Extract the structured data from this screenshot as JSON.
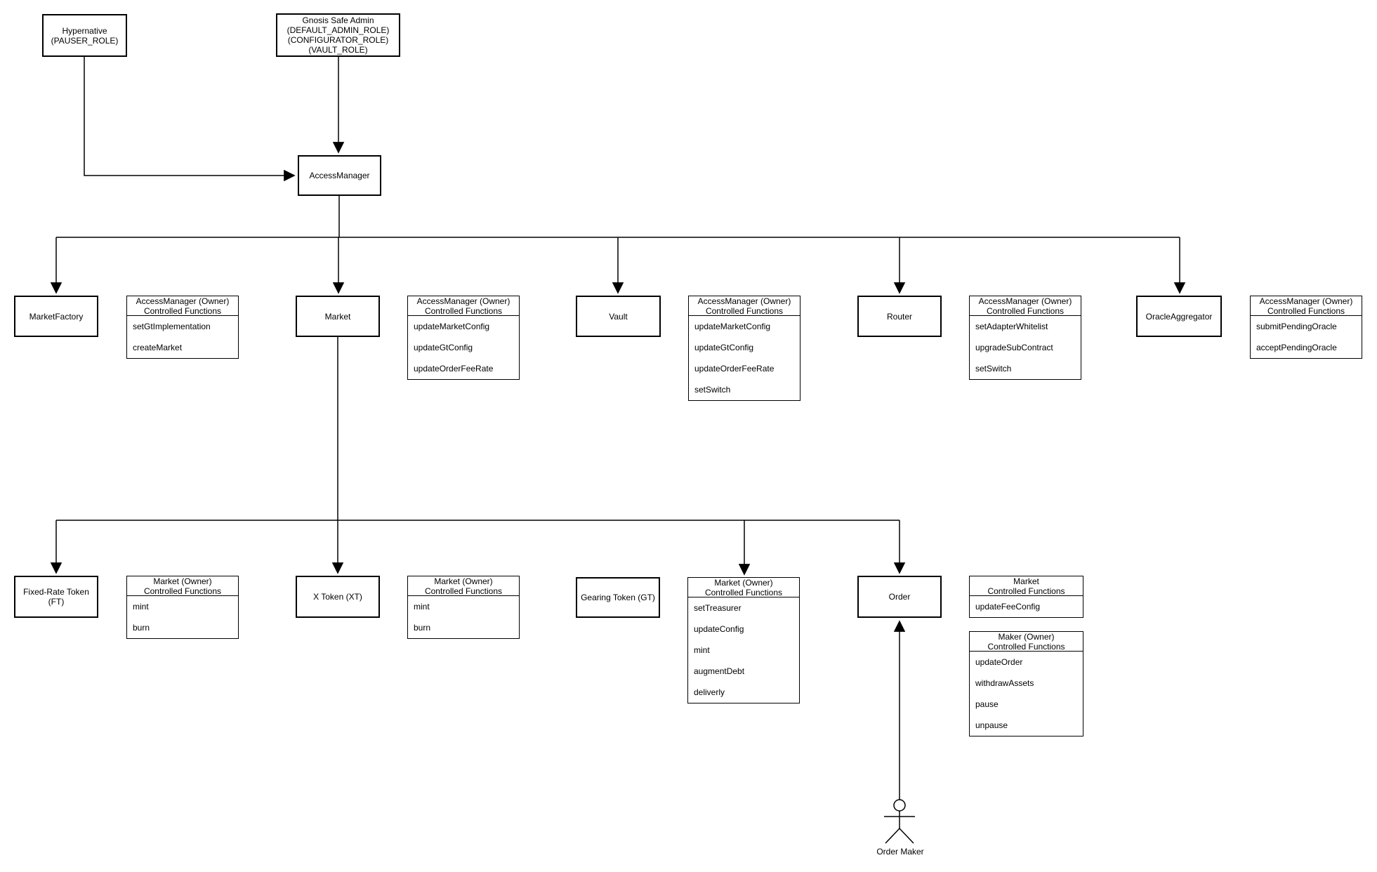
{
  "nodes": {
    "hypernative": {
      "label": "Hypernative\n(PAUSER_ROLE)"
    },
    "gnosis_safe_admin": {
      "label": "Gnosis Safe Admin\n(DEFAULT_ADMIN_ROLE)\n(CONFIGURATOR_ROLE)\n(VAULT_ROLE)"
    },
    "access_manager": {
      "label": "AccessManager"
    },
    "market_factory": {
      "label": "MarketFactory"
    },
    "market": {
      "label": "Market"
    },
    "vault": {
      "label": "Vault"
    },
    "router": {
      "label": "Router"
    },
    "oracle_aggregator": {
      "label": "OracleAggregator"
    },
    "fixed_rate_token": {
      "label": "Fixed-Rate Token\n(FT)"
    },
    "x_token": {
      "label": "X Token (XT)"
    },
    "gearing_token": {
      "label": "Gearing Token (GT)"
    },
    "order": {
      "label": "Order"
    }
  },
  "function_boxes": {
    "market_factory_fns": {
      "header": "AccessManager (Owner)\nControlled Functions",
      "items": [
        "setGtImplementation",
        "createMarket"
      ]
    },
    "market_fns": {
      "header": "AccessManager (Owner)\nControlled Functions",
      "items": [
        "updateMarketConfig",
        "updateGtConfig",
        "updateOrderFeeRate"
      ]
    },
    "vault_fns": {
      "header": "AccessManager (Owner)\nControlled Functions",
      "items": [
        "updateMarketConfig",
        "updateGtConfig",
        "updateOrderFeeRate",
        "setSwitch"
      ]
    },
    "router_fns": {
      "header": "AccessManager (Owner)\nControlled Functions",
      "items": [
        "setAdapterWhitelist",
        "upgradeSubContract",
        "setSwitch"
      ]
    },
    "oracle_aggregator_fns": {
      "header": "AccessManager (Owner)\nControlled Functions",
      "items": [
        "submitPendingOracle",
        "acceptPendingOracle"
      ]
    },
    "fixed_rate_token_fns": {
      "header": "Market (Owner)\nControlled Functions",
      "items": [
        "mint",
        "burn"
      ]
    },
    "x_token_fns": {
      "header": "Market (Owner)\nControlled Functions",
      "items": [
        "mint",
        "burn"
      ]
    },
    "gearing_token_fns": {
      "header": "Market (Owner)\nControlled Functions",
      "items": [
        "setTreasurer",
        "updateConfig",
        "mint",
        "augmentDebt",
        "deliverly"
      ]
    },
    "order_market_fns": {
      "header": "Market\nControlled Functions",
      "items": [
        "updateFeeConfig"
      ]
    },
    "order_maker_fns": {
      "header": "Maker (Owner)\nControlled Functions",
      "items": [
        "updateOrder",
        "withdrawAssets",
        "pause",
        "unpause"
      ]
    }
  },
  "actor": {
    "label": "Order Maker"
  },
  "colors": {
    "stroke": "#000000",
    "background": "#ffffff"
  }
}
